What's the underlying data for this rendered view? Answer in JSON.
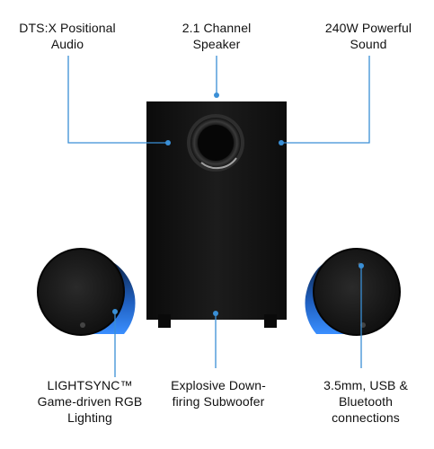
{
  "callouts": {
    "top_left": [
      "DTS:X Positional",
      "Audio"
    ],
    "top_center": [
      "2.1 Channel",
      "Speaker"
    ],
    "top_right": [
      "240W Powerful",
      "Sound"
    ],
    "bottom_left": [
      "LIGHTSYNC™",
      "Game-driven RGB",
      "Lighting"
    ],
    "bottom_center": [
      "Explosive Down-",
      "firing Subwoofer"
    ],
    "bottom_right": [
      "3.5mm, USB &",
      "Bluetooth",
      "connections"
    ]
  },
  "colors": {
    "accent_line": "#3a8fd6",
    "rgb_glow": "#2f7fe0",
    "body": "#141414"
  }
}
